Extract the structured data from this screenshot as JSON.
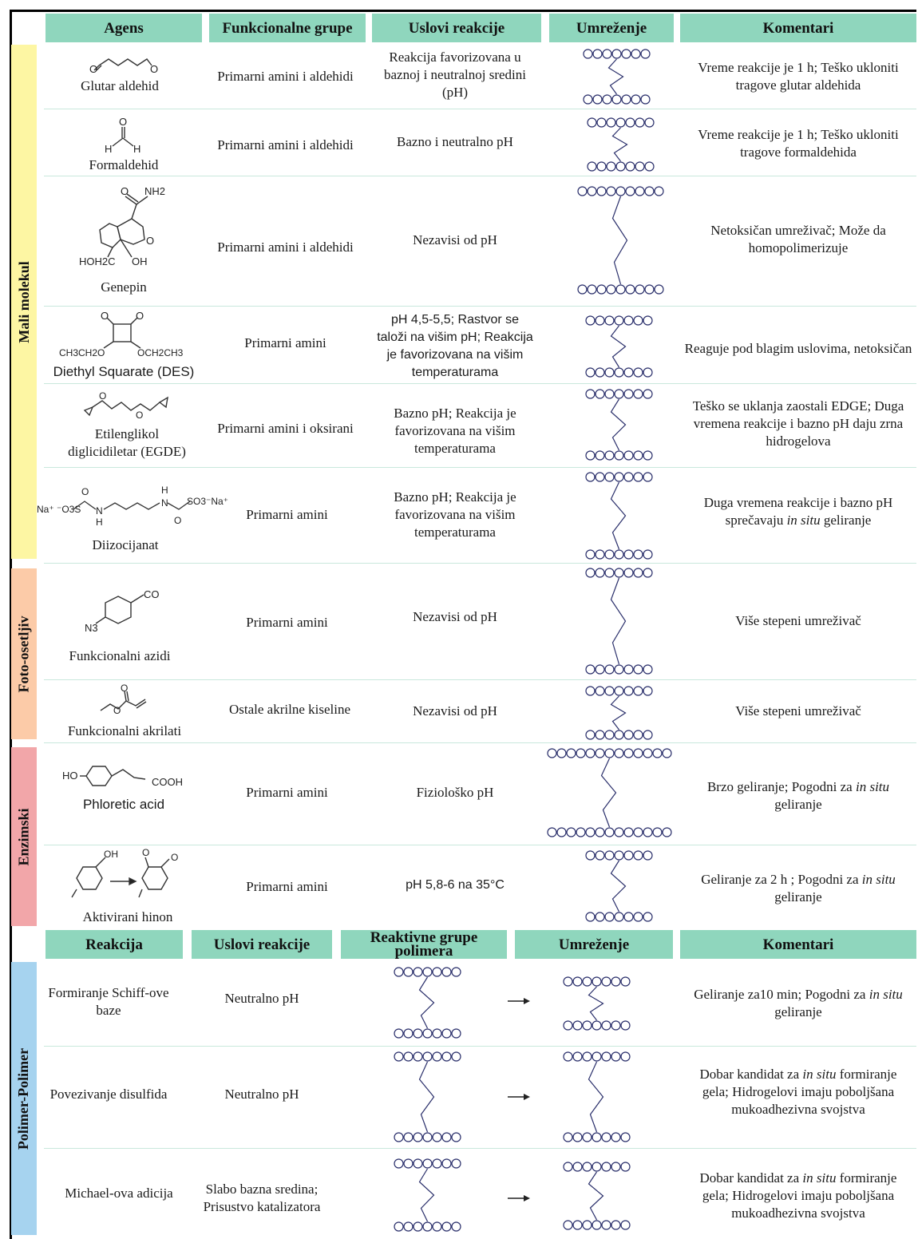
{
  "headers_top": [
    "Agens",
    "Funkcionalne grupe",
    "Uslovi reakcije",
    "Umreženje",
    "Komentari"
  ],
  "headers_bottom": [
    "Reakcija",
    "Uslovi reakcije",
    "Reaktivne grupe polimera",
    "Umreženje",
    "Komentari"
  ],
  "sections": {
    "small": "Mali molekul",
    "photo": "Foto-osetljiv",
    "enzyme": "Enzimski",
    "polymer": "Polimer-Polimer"
  },
  "rows": [
    {
      "agent": "Glutar aldehid",
      "groups": "Primarni amini i aldehidi",
      "conditions": "Reakcija favorizovana u baznoj i neutralnoj sredini (pH)",
      "comment": "Vreme reakcije je 1 h; Teško ukloniti tragove glutar aldehida"
    },
    {
      "agent": "Formaldehid",
      "groups": "Primarni amini i aldehidi",
      "conditions": "Bazno i neutralno pH",
      "comment": "Vreme reakcije je 1 h; Teško ukloniti tragove formaldehida"
    },
    {
      "agent": "Genepin",
      "groups": "Primarni amini i aldehidi",
      "conditions": "Nezavisi od pH",
      "comment": "Netoksičan umreživač; Može da homopolimerizuje"
    },
    {
      "agent": "Diethyl Squarate (DES)",
      "groups": "Primarni amini",
      "conditions": "pH 4,5-5,5; Rastvor se taloži na višim pH; Reakcija je favorizovana na višim temperaturama",
      "comment": "Reaguje pod blagim uslovima, netoksičan"
    },
    {
      "agent": "Etilenglikol diglicidiletar (EGDE)",
      "groups": "Primarni amini i oksirani",
      "conditions": "Bazno pH; Reakcija je favorizovana na višim temperaturama",
      "comment": "Teško se uklanja zaostali EDGE; Duga vremena reakcije i bazno pH daju zrna hidrogelova"
    },
    {
      "agent": "Diizocijanat",
      "groups": "Primarni amini",
      "conditions": "Bazno pH; Reakcija je favorizovana na višim temperaturama",
      "comment_a": "Duga vremena reakcije i bazno pH sprečavaju ",
      "comment_em": "in situ",
      "comment_b": " geliranje"
    },
    {
      "agent": "Funkcionalni azidi",
      "groups": "Primarni amini",
      "conditions": "Nezavisi od pH",
      "comment": "Više stepeni umreživač"
    },
    {
      "agent": "Funkcionalni akrilati",
      "groups": "Ostale akrilne kiseline",
      "conditions": "Nezavisi od pH",
      "comment": "Više stepeni umreživač"
    },
    {
      "agent": "Phloretic acid",
      "groups": "Primarni amini",
      "conditions": "Fiziološko pH",
      "comment_a": "Brzo geliranje; Pogodni za ",
      "comment_em": "in situ",
      "comment_b": " geliranje"
    },
    {
      "agent": "Aktivirani hinon",
      "groups": "Primarni amini",
      "conditions": "pH 5,8-6 na 35°C",
      "comment_a": "Geliranje za 2 h ; Pogodni za ",
      "comment_em": "in situ",
      "comment_b": " geliranje"
    }
  ],
  "polymer_rows": [
    {
      "reaction": "Formiranje Schiff-ove baze",
      "conditions": "Neutralno pH",
      "comment_a": "Geliranje za10 min; Pogodni za ",
      "comment_em": "in situ",
      "comment_b": " geliranje"
    },
    {
      "reaction": "Povezivanje disulfida",
      "conditions": "Neutralno pH",
      "comment_a": "Dobar kandidat za ",
      "comment_em": "in situ",
      "comment_b": " formiranje gela; Hidrogelovi imaju poboljšana mukoadhezivna svojstva"
    },
    {
      "reaction": "Michael-ova adicija",
      "conditions": "Slabo bazna sredina; Prisustvo katalizatora",
      "comment_a": "Dobar kandidat za ",
      "comment_em": "in situ",
      "comment_b": " formiranje gela; Hidrogelovi imaju poboljšana mukoadhezivna svojstva"
    }
  ],
  "chem_labels": {
    "h": "H",
    "o": "O",
    "nh2": "NH2",
    "hoh2c": "HOH2C",
    "oh": "OH",
    "ch3ch2o": "CH3CH2O",
    "och2ch3": "OCH2CH3",
    "na_o3s": "Na⁺ ⁻O3S",
    "so3na": "SO3⁻Na⁺",
    "n": "N",
    "n3": "N3",
    "co": "CO",
    "ho": "HO",
    "cooh": "COOH"
  },
  "colors": {
    "header": "#8fd6bd",
    "small": "#fdf6a3",
    "photo": "#fccba8",
    "enzyme": "#f2a6a9",
    "polymer": "#a6d3ef",
    "line_art": "#2a2f6b"
  }
}
